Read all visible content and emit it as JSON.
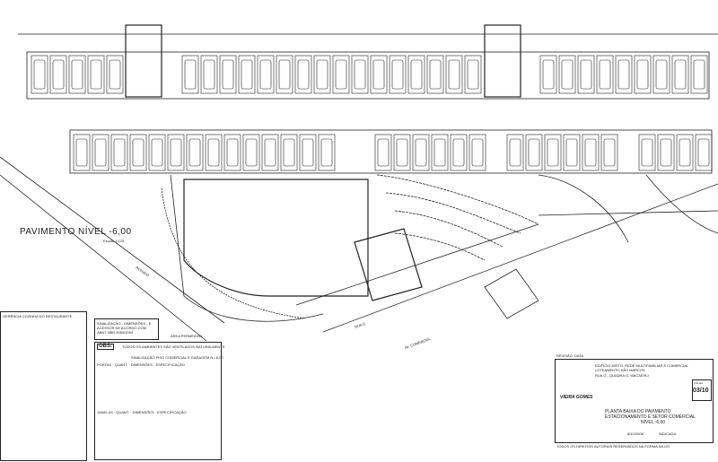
{
  "drawing": {
    "level_title": "PAVIMENTO NÍVEL -6,00",
    "level_scale": "Escala 1:125",
    "street_label": "RUA G",
    "street_label_2": "PASSEIO",
    "avenue_label": "AV. COMERCIAL",
    "notes_title": "SINALIZAÇÃO - DIMENSÕES - E ACESSOS DE ACORDO COM ABNT NBR 9050/2004",
    "legend_item": "ÁREA PERMEÁVEL",
    "obs_label": "OBS:",
    "obs_text": "TODOS OS AMBIENTES SÃO VENTILADOS NATURALMENTE",
    "left_table_title": "GERÊNCIA COZINHA DO RESTAURANTE",
    "table_title": "SINALIZAÇÃO PISO COMERCIAL E GARAGEM N=-6,00",
    "table_headers": [
      "PORTAS",
      "QUANT.",
      "DIMENSÕES",
      "ESPECIFICAÇÃO"
    ],
    "windows_headers": [
      "JANELAS",
      "QUANT.",
      "DIMENSÕES",
      "ESPECIFICAÇÃO"
    ]
  },
  "title_block": {
    "revision": "REVISÃO: DATA",
    "project": "EDIFÍCIO MISTO, REDE MULTIFAMILIAR E COMERCIAL LOTEAMENTO SÃO MARCOS",
    "address": "RUA G - QUADRA G, MACAÉ/RJ",
    "sheet": "03/10",
    "sheet_label": "FOLHA",
    "drawing_title_1": "PLANTA BAIXA DO PAVIMENTO",
    "drawing_title_2": "ESTACIONAMENTO E SETOR COMERCIAL",
    "drawing_title_3": "NÍVEL -6,00",
    "scale": "INDICADA",
    "date": "8/10/2008",
    "company": "VIEIRA GOMES",
    "footer": "TODOS OS DIREITOS AUTORAIS RESERVADOS NA FORMA DA LEI"
  }
}
